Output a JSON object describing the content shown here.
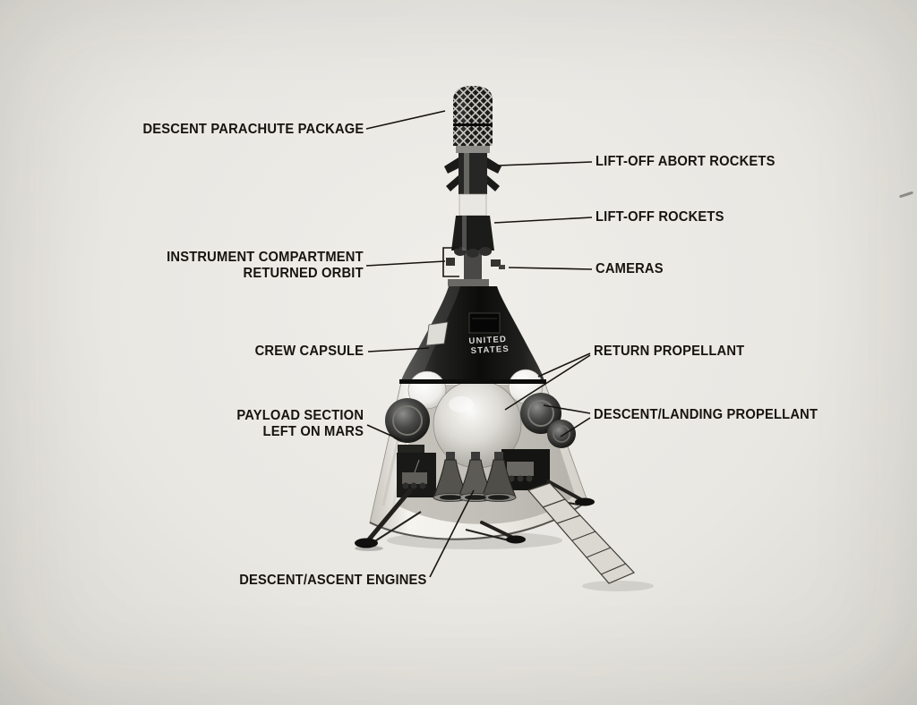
{
  "labels": {
    "descent_parachute_package": "DESCENT PARACHUTE PACKAGE",
    "lift_off_abort_rockets": "LIFT-OFF ABORT ROCKETS",
    "lift_off_rockets": "LIFT-OFF ROCKETS",
    "instrument_compartment": {
      "line1": "INSTRUMENT COMPARTMENT",
      "line2": "RETURNED ORBIT"
    },
    "cameras": "CAMERAS",
    "crew_capsule": "CREW CAPSULE",
    "return_propellant": "RETURN PROPELLANT",
    "payload_section": {
      "line1": "PAYLOAD SECTION",
      "line2": "LEFT ON MARS"
    },
    "descent_landing_propellant": "DESCENT/LANDING PROPELLANT",
    "descent_ascent_engines": "DESCENT/ASCENT ENGINES"
  },
  "spacecraft_markings": {
    "line1": "UNITED",
    "line2": "STATES"
  },
  "colors": {
    "paper_background": "#e9e7e2",
    "label_text": "#17140f",
    "leader_line": "#17140f",
    "capsule_dark": "#141414",
    "shell_light": "#f4f2ee"
  }
}
